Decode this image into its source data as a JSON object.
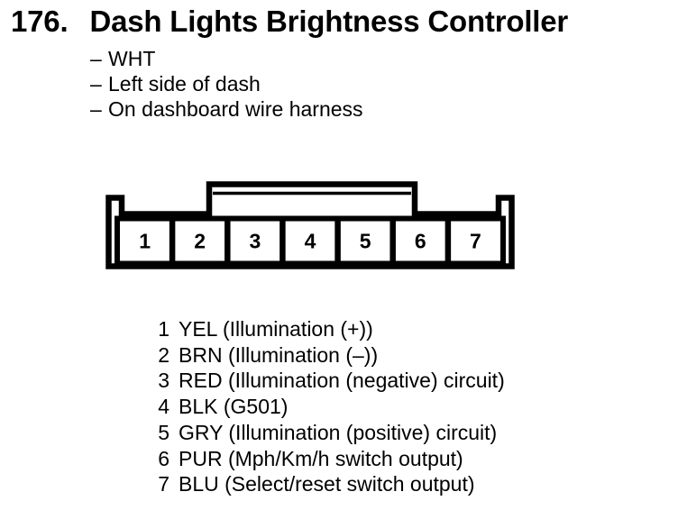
{
  "title": {
    "number": "176.",
    "text": "Dash Lights Brightness Controller"
  },
  "note_bullet": "–",
  "notes": [
    "WHT",
    "Left side of dash",
    "On dashboard wire harness"
  ],
  "connector": {
    "description": "7-pin connector, front view, latch tab on top",
    "pins": [
      "1",
      "2",
      "3",
      "4",
      "5",
      "6",
      "7"
    ]
  },
  "legend": [
    {
      "pin": "1",
      "label": "YEL (Illumination (+))"
    },
    {
      "pin": "2",
      "label": "BRN (Illumination (–))"
    },
    {
      "pin": "3",
      "label": "RED (Illumination (negative) circuit)"
    },
    {
      "pin": "4",
      "label": "BLK (G501)"
    },
    {
      "pin": "5",
      "label": "GRY (Illumination (positive) circuit)"
    },
    {
      "pin": "6",
      "label": "PUR (Mph/Km/h switch output)"
    },
    {
      "pin": "7",
      "label": "BLU (Select/reset switch output)"
    }
  ],
  "colors": {
    "ink": "#000000",
    "background": "#ffffff"
  }
}
